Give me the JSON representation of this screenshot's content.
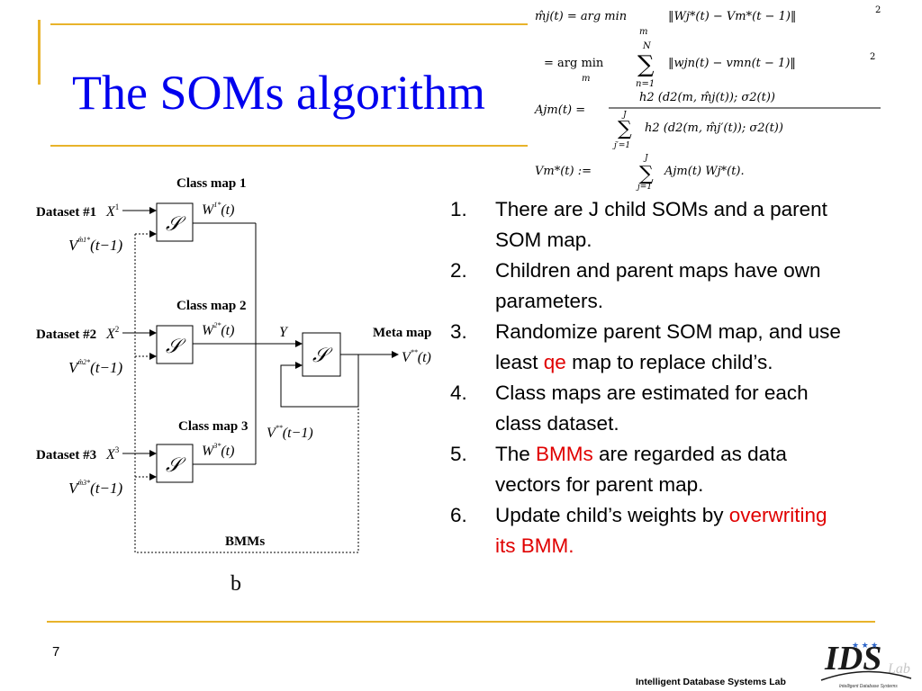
{
  "slide": {
    "title": "The SOMs algorithm",
    "page_number": "7",
    "footer": "Intelligent Database Systems Lab",
    "accent_color": "#e8b32a",
    "title_color": "#0000ee",
    "highlight_color": "#e00000"
  },
  "formulas": {
    "eq1": {
      "lhs": "m̂j(t) = arg min",
      "sub": "m",
      "rhs": "‖Wj*(t) − Vm*(t − 1)‖",
      "exp": "2"
    },
    "eq2": {
      "lhs": "= arg min",
      "sub": "m",
      "sum_top": "N",
      "sum_bot": "n=1",
      "rhs": "‖wjn(t) − vmn(t − 1)‖",
      "exp": "2"
    },
    "eq3": {
      "lhs": "Ajm(t) =",
      "num": "h2 (d2(m, m̂j(t)); σ2(t))",
      "den_top": "J",
      "den_bot": "j′=1",
      "den": "h2 (d2(m, m̂j′(t)); σ2(t))"
    },
    "eq4": {
      "lhs": "Vm*(t) :=",
      "sum_top": "J",
      "sum_bot": "j=1",
      "rhs": "Ajm(t) Wj*(t)."
    }
  },
  "diagram": {
    "class_map_1": "Class map 1",
    "class_map_2": "Class map 2",
    "class_map_3": "Class map 3",
    "dataset_1": "Dataset #1",
    "dataset_2": "Dataset #2",
    "dataset_3": "Dataset #3",
    "x1": "X",
    "x1_sup": "1",
    "x2": "X",
    "x2_sup": "2",
    "x3": "X",
    "x3_sup": "3",
    "v1": "V",
    "v1_sup": "m̂1*",
    "v1_arg": "(t−1)",
    "v2": "V",
    "v2_sup": "m̂2*",
    "v2_arg": "(t−1)",
    "v3": "V",
    "v3_sup": "m̂3*",
    "v3_arg": "(t−1)",
    "w1": "W",
    "w1_sup": "1*",
    "w1_arg": "(t)",
    "w2": "W",
    "w2_sup": "2*",
    "w2_arg": "(t)",
    "w3": "W",
    "w3_sup": "3*",
    "w3_arg": "(t)",
    "y_label": "Y",
    "meta_map": "Meta map",
    "vout": "V",
    "vout_sup": "**",
    "vout_arg": "(t)",
    "vfb": "V",
    "vfb_sup": "**",
    "vfb_arg": "(t−1)",
    "bmms": "BMMs",
    "caption": "b",
    "som_glyph": "𝒮"
  },
  "list": [
    {
      "num": "1.",
      "parts": [
        {
          "text": "There are J child SOMs and a parent SOM map.",
          "hl": false
        }
      ]
    },
    {
      "num": "2.",
      "parts": [
        {
          "text": "Children and parent maps have own parameters.",
          "hl": false
        }
      ]
    },
    {
      "num": "3.",
      "parts": [
        {
          "text": "Randomize parent SOM map, and use least ",
          "hl": false
        },
        {
          "text": "qe",
          "hl": true
        },
        {
          "text": " map to replace child’s.",
          "hl": false
        }
      ]
    },
    {
      "num": "4.",
      "parts": [
        {
          "text": "Class maps are estimated for each class dataset.",
          "hl": false
        }
      ]
    },
    {
      "num": "5.",
      "parts": [
        {
          "text": "The ",
          "hl": false
        },
        {
          "text": "BMMs",
          "hl": true
        },
        {
          "text": " are regarded as data vectors for parent map.",
          "hl": false
        }
      ]
    },
    {
      "num": "6.",
      "parts": [
        {
          "text": "Update child’s weights by ",
          "hl": false
        },
        {
          "text": "overwriting its BMM.",
          "hl": true
        }
      ]
    }
  ],
  "logo": {
    "main": "IDS",
    "sub": "Lab",
    "tag": "Intelligent Database Systems"
  }
}
